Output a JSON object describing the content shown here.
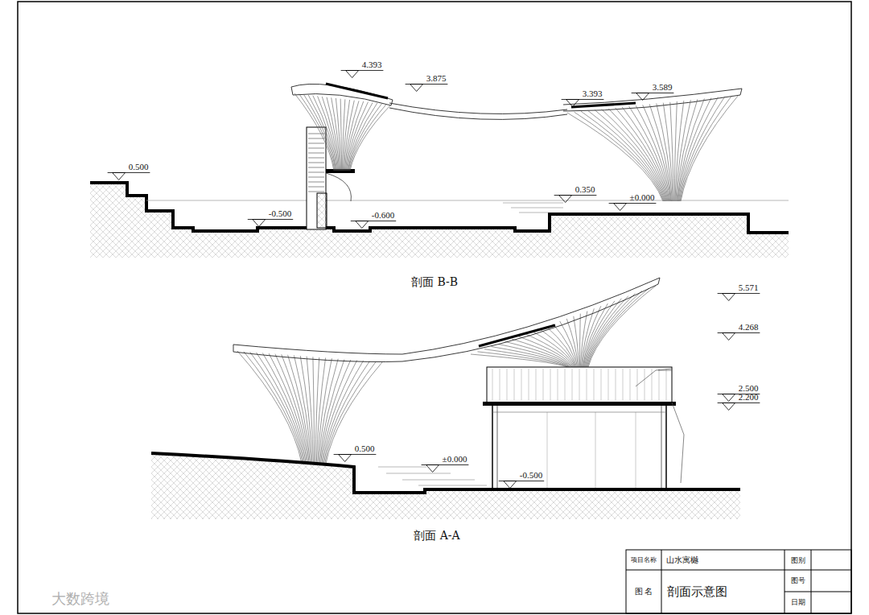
{
  "diagram": {
    "labels": [
      "4.393",
      "3.875",
      "3.393",
      "3.589",
      "0.500",
      "-0.500",
      "-0.600",
      "0.350",
      "±0.000",
      "剖面 B-B",
      "5.571",
      "4.268",
      "2.500",
      "2.200",
      "0.500",
      "±0.000",
      "-0.500",
      "剖面 A-A",
      "项目名称",
      "山水寓樾",
      "图 名",
      "剖面示意图",
      "图别",
      "图号",
      "日期",
      "大数跨境"
    ]
  }
}
